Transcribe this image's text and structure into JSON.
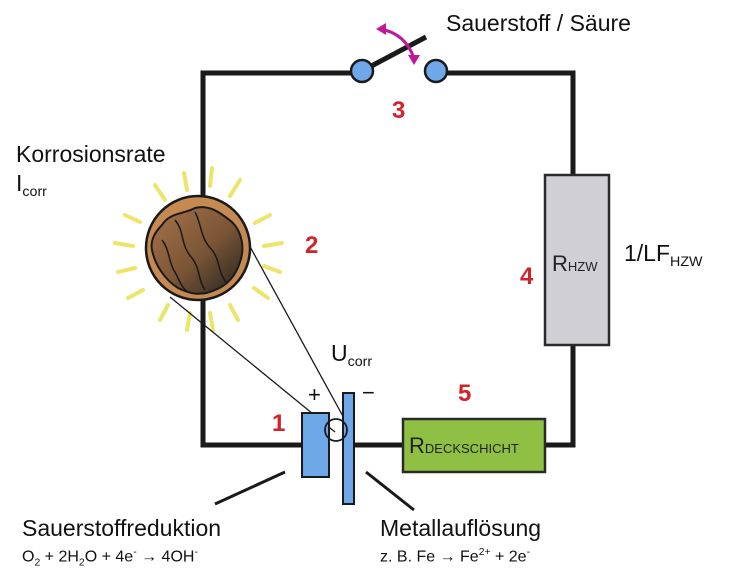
{
  "title": "Korrosionsstromkreis",
  "colors": {
    "wire": "#1a1a1a",
    "node": "#6fa8e8",
    "electrode": "#6fa8e8",
    "switch_arrow": "#c0189a",
    "number": "#d2232a",
    "resistor_hzw": "#d0d0d4",
    "resistor_deck": "#8fc043",
    "rays": "#ece56a",
    "particle": "#b07a45"
  },
  "labels": {
    "switch": "Sauerstoff / Säure",
    "corrosion_rate": "Korrosionsrate",
    "icorr_main": "I",
    "icorr_sub": "corr",
    "ucorr_main": "U",
    "ucorr_sub": "corr",
    "plus": "+",
    "minus": "−",
    "conductivity_main": "1/LF",
    "conductivity_sub": "HZW",
    "r_hzw_main": "R",
    "r_hzw_sub": "HZW",
    "r_deck_main": "R",
    "r_deck_sub": "DECKSCHICHT",
    "cathode_title": "Sauerstoffreduktion",
    "anode_title": "Metallauflösung"
  },
  "equations": {
    "cathode": {
      "p1": "O",
      "s1": "2",
      "p2": " + 2H",
      "s2": "2",
      "p3": "O + 4e",
      "sup1": "-",
      "arrow": " → ",
      "p4": "4OH",
      "sup2": "-"
    },
    "anode": {
      "p1": "z. B. Fe",
      "arrow": " → ",
      "p2": "Fe",
      "sup1": "2+",
      "p3": " + 2e",
      "sup2": "-"
    }
  },
  "markers": [
    "1",
    "2",
    "3",
    "4",
    "5"
  ]
}
